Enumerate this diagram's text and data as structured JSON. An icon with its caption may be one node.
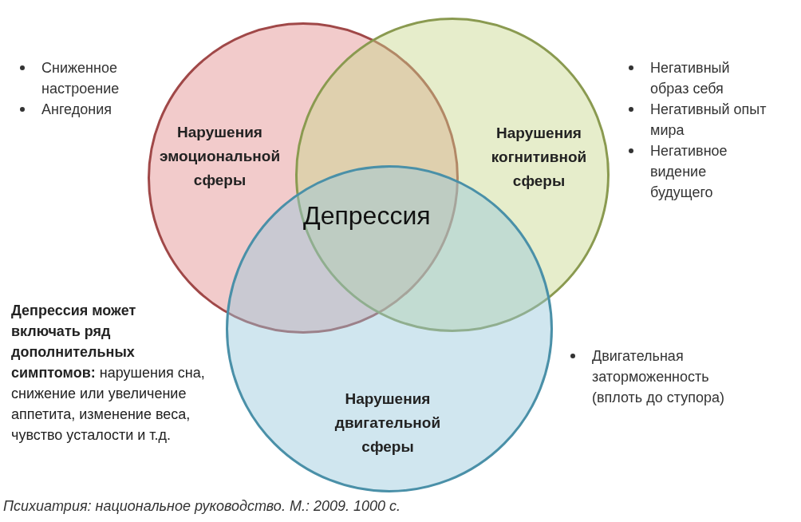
{
  "diagram": {
    "caption": "Психиатрия: национальное руководство. М.: 2009. 1000 с.",
    "nodes": [
      {
        "text": [
          "Нарушения эмоциональной сферы"
        ],
        "beside": [
          "Сниженное настроение",
          "Ангедония"
        ]
      },
      {
        "text": [
          "Нарушения когнитивной сферы"
        ],
        "beside": [
          "Негативный образ себя",
          "Негативный опыт мира",
          "Негативное видение будущего"
        ]
      },
      {
        "text": [
          "Нарушения двигательной сферы"
        ]
      }
    ],
    "edges": [],
    "labels": [
      "Депрессия",
      "**Депрессия может включать ряд дополнительных симптомов:** нарушения сна, снижение или увеличение аппетита, изменение веса, чувство усталости и т.д.",
      "Двигательная заторможенность (вплоть до ступора)"
    ]
  }
}
